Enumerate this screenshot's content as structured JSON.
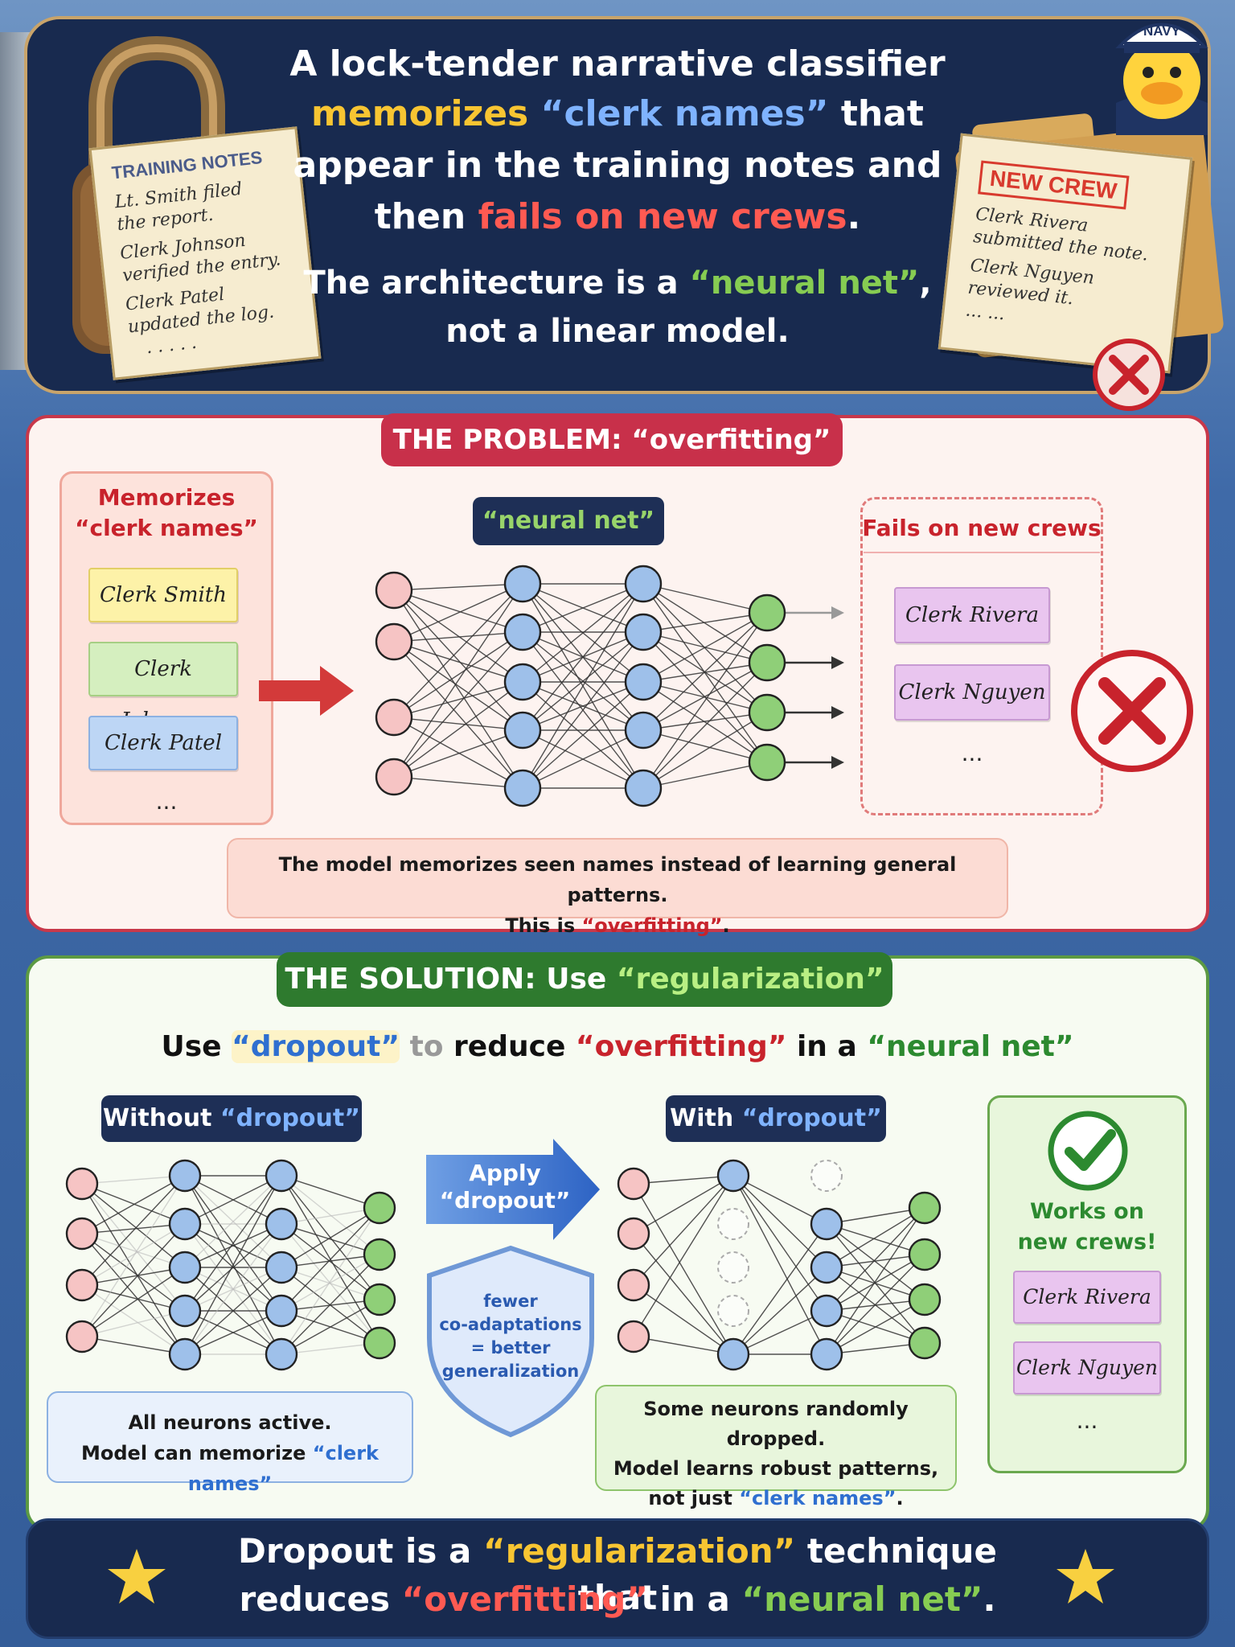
{
  "header": {
    "line1": "A lock-tender narrative classifier",
    "line2_a": "memorizes",
    "line2_b": "“clerk names”",
    "line2_c": " that",
    "line3": "appear in the training notes and",
    "line4_a": "then ",
    "line4_b": "fails on new crews",
    "line4_c": ".",
    "line5_a": "The architecture is a ",
    "line5_b": "“neural net”",
    "line5_c": ",",
    "line6": "not a linear model.",
    "hat_text": "NAVY"
  },
  "training_notes": {
    "title": "TRAINING NOTES",
    "lines": [
      "Lt. Smith filed",
      "the report.",
      "Clerk Johnson",
      "verified the entry.",
      "Clerk Patel",
      "updated the log.",
      ". .   . . ."
    ]
  },
  "new_crew_note": {
    "stamp": "NEW CREW",
    "lines": [
      "Clerk Rivera",
      "submitted the note.",
      "Clerk Nguyen",
      "reviewed it.",
      "...     ..."
    ]
  },
  "problem": {
    "title_a": "THE PROBLEM: ",
    "title_b": "“overfitting”",
    "memorizes_label_1": "Memorizes",
    "memorizes_label_2": "“clerk names”",
    "names": [
      "Clerk Smith",
      "Clerk Johnson",
      "Clerk Patel"
    ],
    "ellipsis": "...",
    "net_label": "“neural net”",
    "fails_label": "Fails on new crews",
    "new_names": [
      "Clerk Rivera",
      "Clerk Nguyen"
    ],
    "fails_ellipsis": "...",
    "caption_1": "The model memorizes seen names instead of learning general patterns.",
    "caption_2a": "This is ",
    "caption_2b": "“overfitting”",
    "caption_2c": "."
  },
  "solution": {
    "title_a": "THE SOLUTION: Use ",
    "title_b": "“regularization”",
    "sub_a": "Use ",
    "sub_b": "“dropout”",
    "sub_c": " to ",
    "sub_d": "reduce ",
    "sub_e": "“overfitting”",
    "sub_f": " in a ",
    "sub_g": "“neural net”",
    "without_a": "Without ",
    "without_b": "“dropout”",
    "with_a": "With ",
    "with_b": "“dropout”",
    "apply_1": "Apply",
    "apply_2": "“dropout”",
    "shield_1": "fewer",
    "shield_2": "co-adaptations",
    "shield_3": "= better",
    "shield_4": "generalization",
    "left_caption_1": "All neurons active.",
    "left_caption_2a": "Model can memorize ",
    "left_caption_2b": "“clerk names”",
    "right_caption_1": "Some neurons randomly dropped.",
    "right_caption_2": "Model learns robust patterns,",
    "right_caption_3a": "not just ",
    "right_caption_3b": "“clerk names”",
    "right_caption_3c": ".",
    "works_1": "Works on",
    "works_2": "new crews!",
    "works_names": [
      "Clerk Rivera",
      "Clerk Nguyen"
    ],
    "works_ellipsis": "..."
  },
  "footer": {
    "line1_a": "Dropout is a ",
    "line1_b": "“regularization”",
    "line1_c": " technique that",
    "line2_a": "reduces ",
    "line2_b": "“overfitting”",
    "line2_c": " in a ",
    "line2_d": "“neural net”",
    "line2_e": "."
  },
  "colors": {
    "navy": "#182a4f",
    "problem_red": "#c8232c",
    "solution_green": "#2c8a30",
    "highlight_yellow": "#f8c532",
    "highlight_blue": "#7fb3ff",
    "neuron_input": "#f6c4c4",
    "neuron_hidden": "#9ec0ea",
    "neuron_output": "#8fcf78"
  }
}
